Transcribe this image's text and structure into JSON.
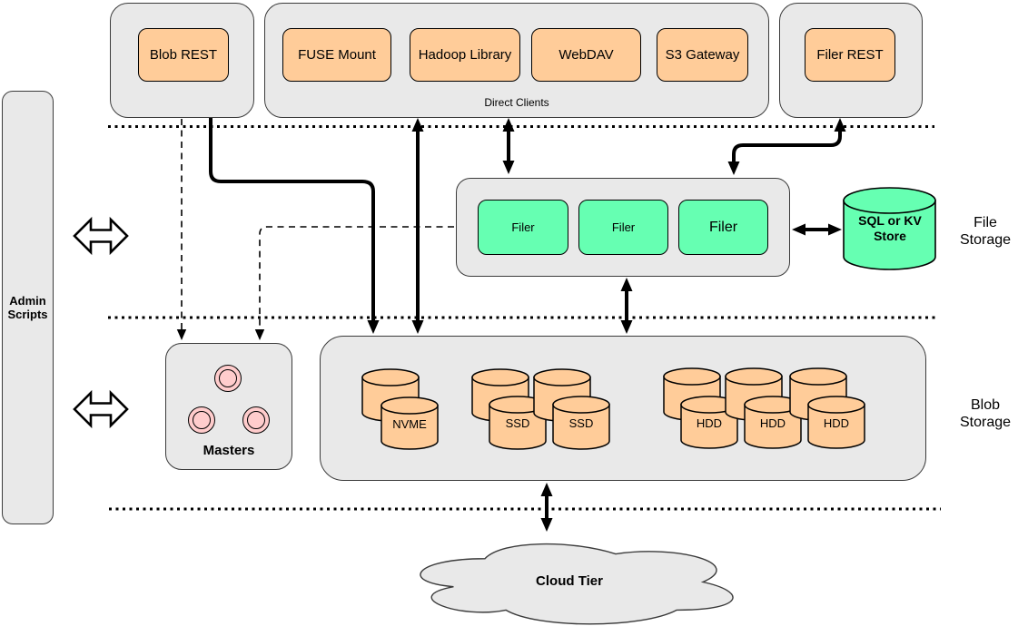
{
  "admin_scripts": {
    "label": "Admin\nScripts"
  },
  "clients": {
    "blob_rest": "Blob REST",
    "direct_clients_label": "Direct Clients",
    "direct_client_items": [
      "FUSE Mount",
      "Hadoop Library",
      "WebDAV",
      "S3 Gateway"
    ],
    "filer_rest": "Filer REST"
  },
  "file_storage": {
    "section_label": "File\nStorage",
    "filers": [
      "Filer",
      "Filer",
      "Filer"
    ],
    "kv_store_label": "SQL or KV\nStore"
  },
  "blob_storage": {
    "section_label": "Blob\nStorage",
    "masters_label": "Masters",
    "volume_labels": [
      "NVME",
      "SSD",
      "SSD",
      "HDD",
      "HDD",
      "HDD"
    ]
  },
  "cloud_tier": {
    "label": "Cloud Tier"
  },
  "colors": {
    "container_fill": "#e9e9e9",
    "client_fill": "#ffcc99",
    "filer_fill": "#66ffb2",
    "master_fill": "#ffcccc",
    "stroke": "#000000"
  }
}
